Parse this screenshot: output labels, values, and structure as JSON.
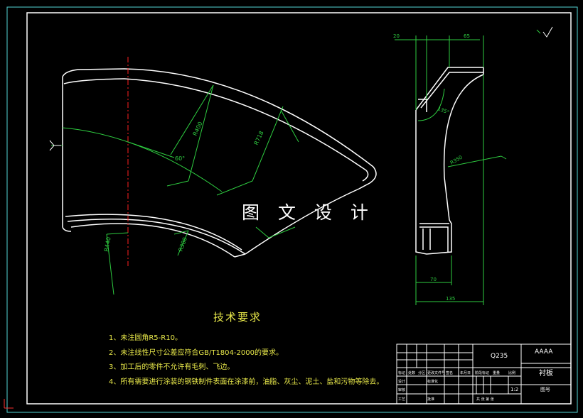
{
  "watermark": "图 文 设 计",
  "tech_requirements": {
    "title": "技术要求",
    "items": [
      "1、未注圆角R5-R10。",
      "2、未注线性尺寸公差应符合GB/T1804-2000的要求。",
      "3、加工后的零件不允许有毛刺、飞边。",
      "4、所有需要进行涂装的钢铁制件表面在涂漆前，油脂、灰尘、泥土、盐和污物等除去。"
    ]
  },
  "dimensions": {
    "angle_front": "60°",
    "r_inner_upper": "R400",
    "r_outer": "R718",
    "r_lower_left": "R440",
    "r_lower_right": "R380",
    "side_top_left": "20",
    "side_top_right": "65",
    "side_angle": "135°",
    "side_radius": "R350",
    "side_bottom_inner": "70",
    "side_bottom_total": "135"
  },
  "title_block": {
    "material": "Q235",
    "drawing_code": "AAAA",
    "part_name": "衬板",
    "drawing_label": "图号",
    "scale": "1:2",
    "row_labels": [
      "标记",
      "处数",
      "分区",
      "更改文件号",
      "签名",
      "年月日"
    ],
    "design_label": "设计",
    "standard_label": "标准化",
    "stage_label": "阶段标记",
    "weight_label": "重量",
    "ratio_label": "比例",
    "review_label": "审核",
    "process_label": "工艺",
    "approve_label": "批准",
    "sheet_label": "共 张 第 张"
  },
  "colors": {
    "frame": "#ffffff",
    "outer_frame": "#55d6d6",
    "dimension": "#2ecc40",
    "centerline": "#ff2020",
    "text": "#e8e84a"
  }
}
